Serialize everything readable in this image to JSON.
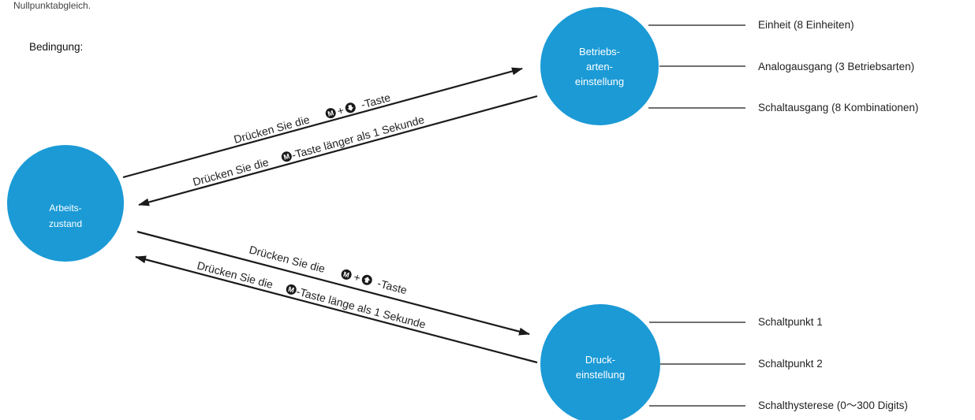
{
  "top_note": "Nullpunktabgleich.",
  "condition_label": "Bedingung:",
  "colors": {
    "node_fill": "#1b9ad6",
    "line": "#1a1a1a"
  },
  "nodes": {
    "arbeitszustand": {
      "line1": "Arbeits-",
      "line2": "zustand"
    },
    "betriebsarten": {
      "line1": "Betriebs-",
      "line2": "arten-",
      "line3": "einstellung"
    },
    "druck": {
      "line1": "Druck-",
      "line2": "einstellung"
    }
  },
  "branches_betriebsarten": [
    "Einheit (8 Einheiten)",
    "Analogausgang (3 Betriebsarten)",
    "Schaltausgang (8 Kombinationen)"
  ],
  "branches_druck": [
    "Schaltpunkt 1",
    "Schaltpunkt 2",
    "Schalthysterese (0～300 Digits)"
  ],
  "arrows": {
    "to_betriebsarten": {
      "prefix": "Drücken Sie die",
      "plus": "+",
      "suffix": "-Taste",
      "key_m": "M",
      "key_icon": "down-arrow"
    },
    "from_betriebsarten": {
      "prefix": "Drücken Sie die",
      "suffix": "-Taste länger als 1 Sekunde",
      "key_m": "M"
    },
    "to_druck": {
      "prefix": "Drücken Sie die",
      "plus": "+",
      "suffix": "-Taste",
      "key_m": "M",
      "key_icon": "up-arrow"
    },
    "from_druck": {
      "prefix": "Drücken Sie die",
      "suffix": "-Taste länge als 1 Sekunde",
      "key_m": "M"
    }
  }
}
